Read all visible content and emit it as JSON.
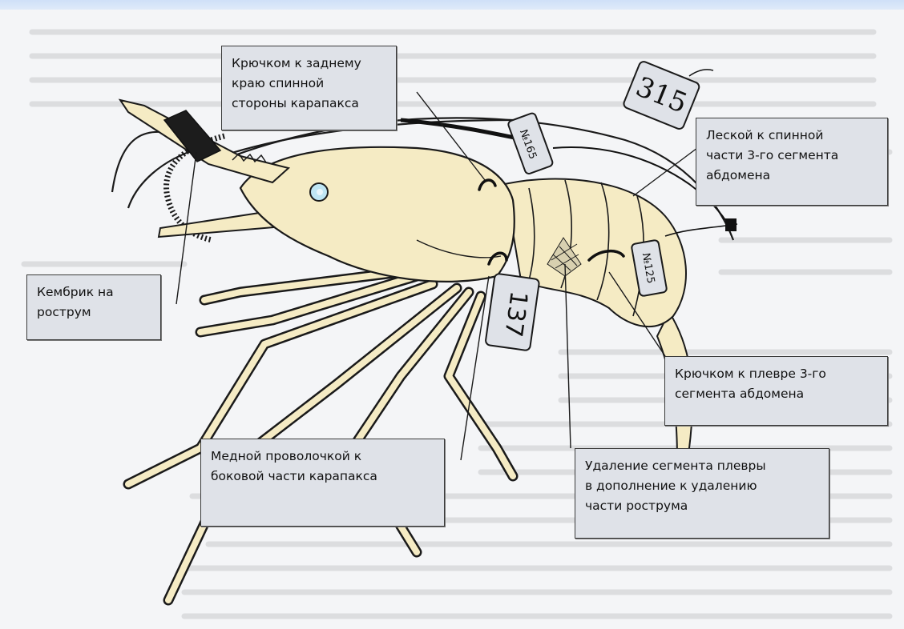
{
  "labels": {
    "hook_carapace": "Крючком к заднему\nкраю спинной\nстороны карапакса",
    "line_segment3": "Леской к спинной\nчасти 3-го сегмента\nабдомена",
    "cambric_rostrum": "Кембрик на\nрострум",
    "hook_pleura": "Крючком к плевре 3-го\nсегмента абдомена",
    "copper_wire": "Медной проволочкой к\nбоковой части карапакса",
    "pleura_removal": "Удаление сегмента плевры\nв дополнение к удалению\nчасти рострума"
  },
  "tags": {
    "tag_front": "137",
    "tag_top": "№165",
    "tag_back": "№125",
    "tag_hanging": "315"
  },
  "colors": {
    "body_fill": "#f5ebc4",
    "outline": "#1a1a1a",
    "label_bg": "#dfe2e8",
    "background_top": "#cfe0f8"
  }
}
